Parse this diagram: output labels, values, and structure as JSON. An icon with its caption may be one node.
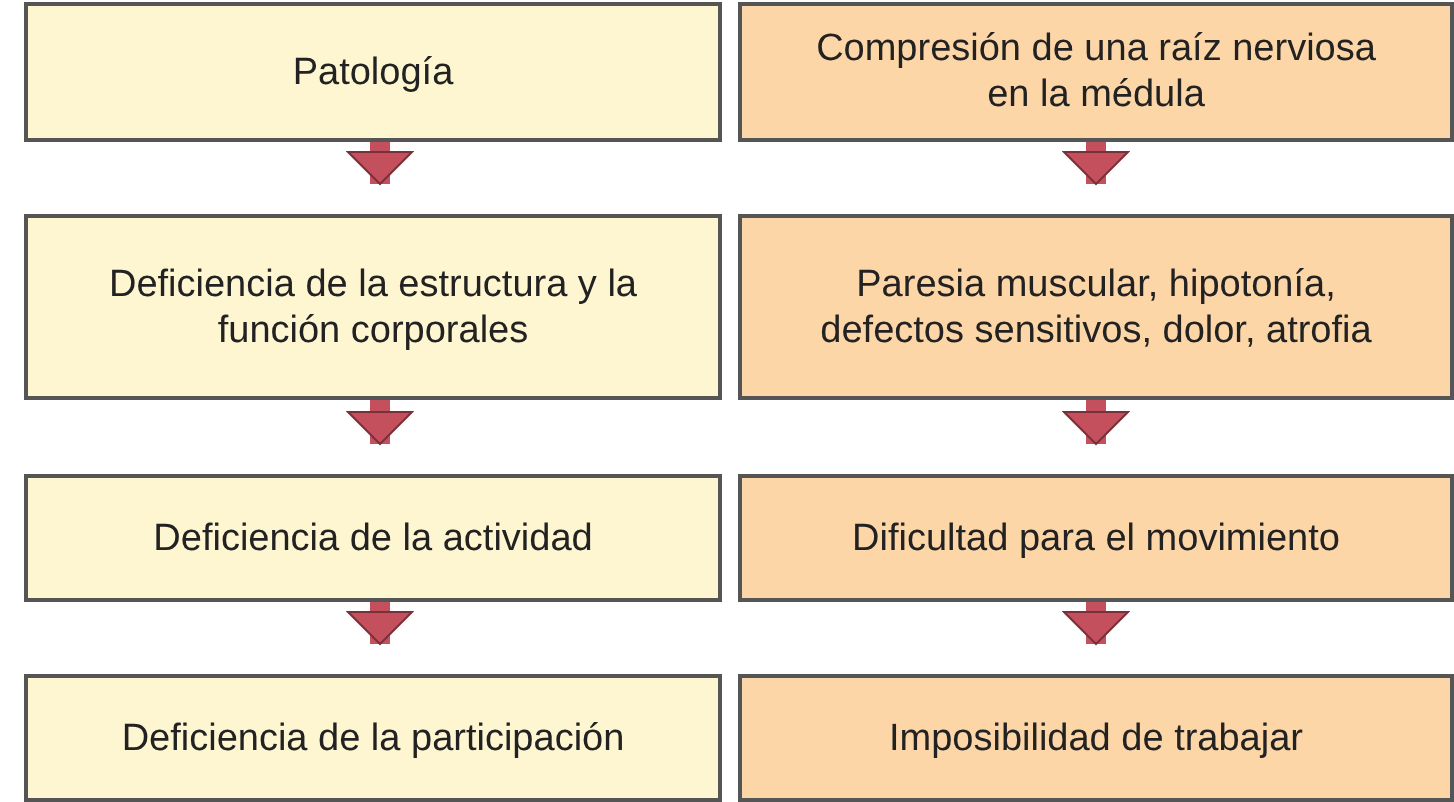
{
  "diagram": {
    "nodes": [
      {
        "text": [
          "Patología"
        ]
      },
      {
        "text": [
          "Compresión de una raíz nerviosa en la médula"
        ]
      },
      {
        "text": [
          "Deficiencia de la estructura y la función corporales"
        ]
      },
      {
        "text": [
          "Paresia muscular, hipotonía, defectos sensitivos, dolor, atrofia"
        ]
      },
      {
        "text": [
          "Deficiencia de la actividad"
        ]
      },
      {
        "text": [
          "Dificultad para el movimiento"
        ]
      },
      {
        "text": [
          "Deficiencia de la participación"
        ]
      },
      {
        "text": [
          "Imposibilidad de trabajar"
        ]
      }
    ],
    "edges": [
      {
        "from": 0,
        "to": 2,
        "arrow": "to"
      },
      {
        "from": 2,
        "to": 4,
        "arrow": "to"
      },
      {
        "from": 4,
        "to": 6,
        "arrow": "to"
      },
      {
        "from": 1,
        "to": 3,
        "arrow": "to"
      },
      {
        "from": 3,
        "to": 5,
        "arrow": "to"
      },
      {
        "from": 5,
        "to": 7,
        "arrow": "to"
      }
    ]
  }
}
